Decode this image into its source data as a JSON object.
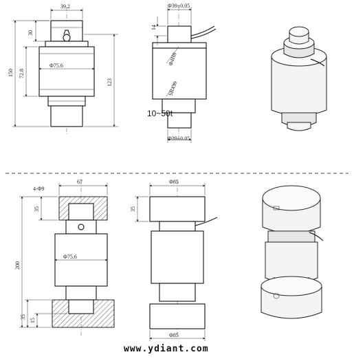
{
  "top": {
    "front": {
      "top_width": "39.2",
      "top_h": "30",
      "total_h": "150",
      "body_h": "72.8",
      "inner_h": "123",
      "diameter": "Φ75.6"
    },
    "side": {
      "top_dia": "Φ39±0.05",
      "top_h": "14",
      "dia_label": "Φ4H8",
      "sr_label": "SR430",
      "bottom_dia": "Φ39±0.05"
    },
    "capacity": "10~50t"
  },
  "bottom": {
    "fixture": {
      "hole": "4-Φ9",
      "span": "67",
      "top_h": "35",
      "total_h": "200",
      "bottom_h": "35",
      "small_h": "15",
      "diameter": "Φ75.6"
    },
    "side": {
      "top_dia": "Φ85",
      "top_h": "35",
      "bottom_dia": "Φ85"
    }
  },
  "website": "www.ydiant.com"
}
